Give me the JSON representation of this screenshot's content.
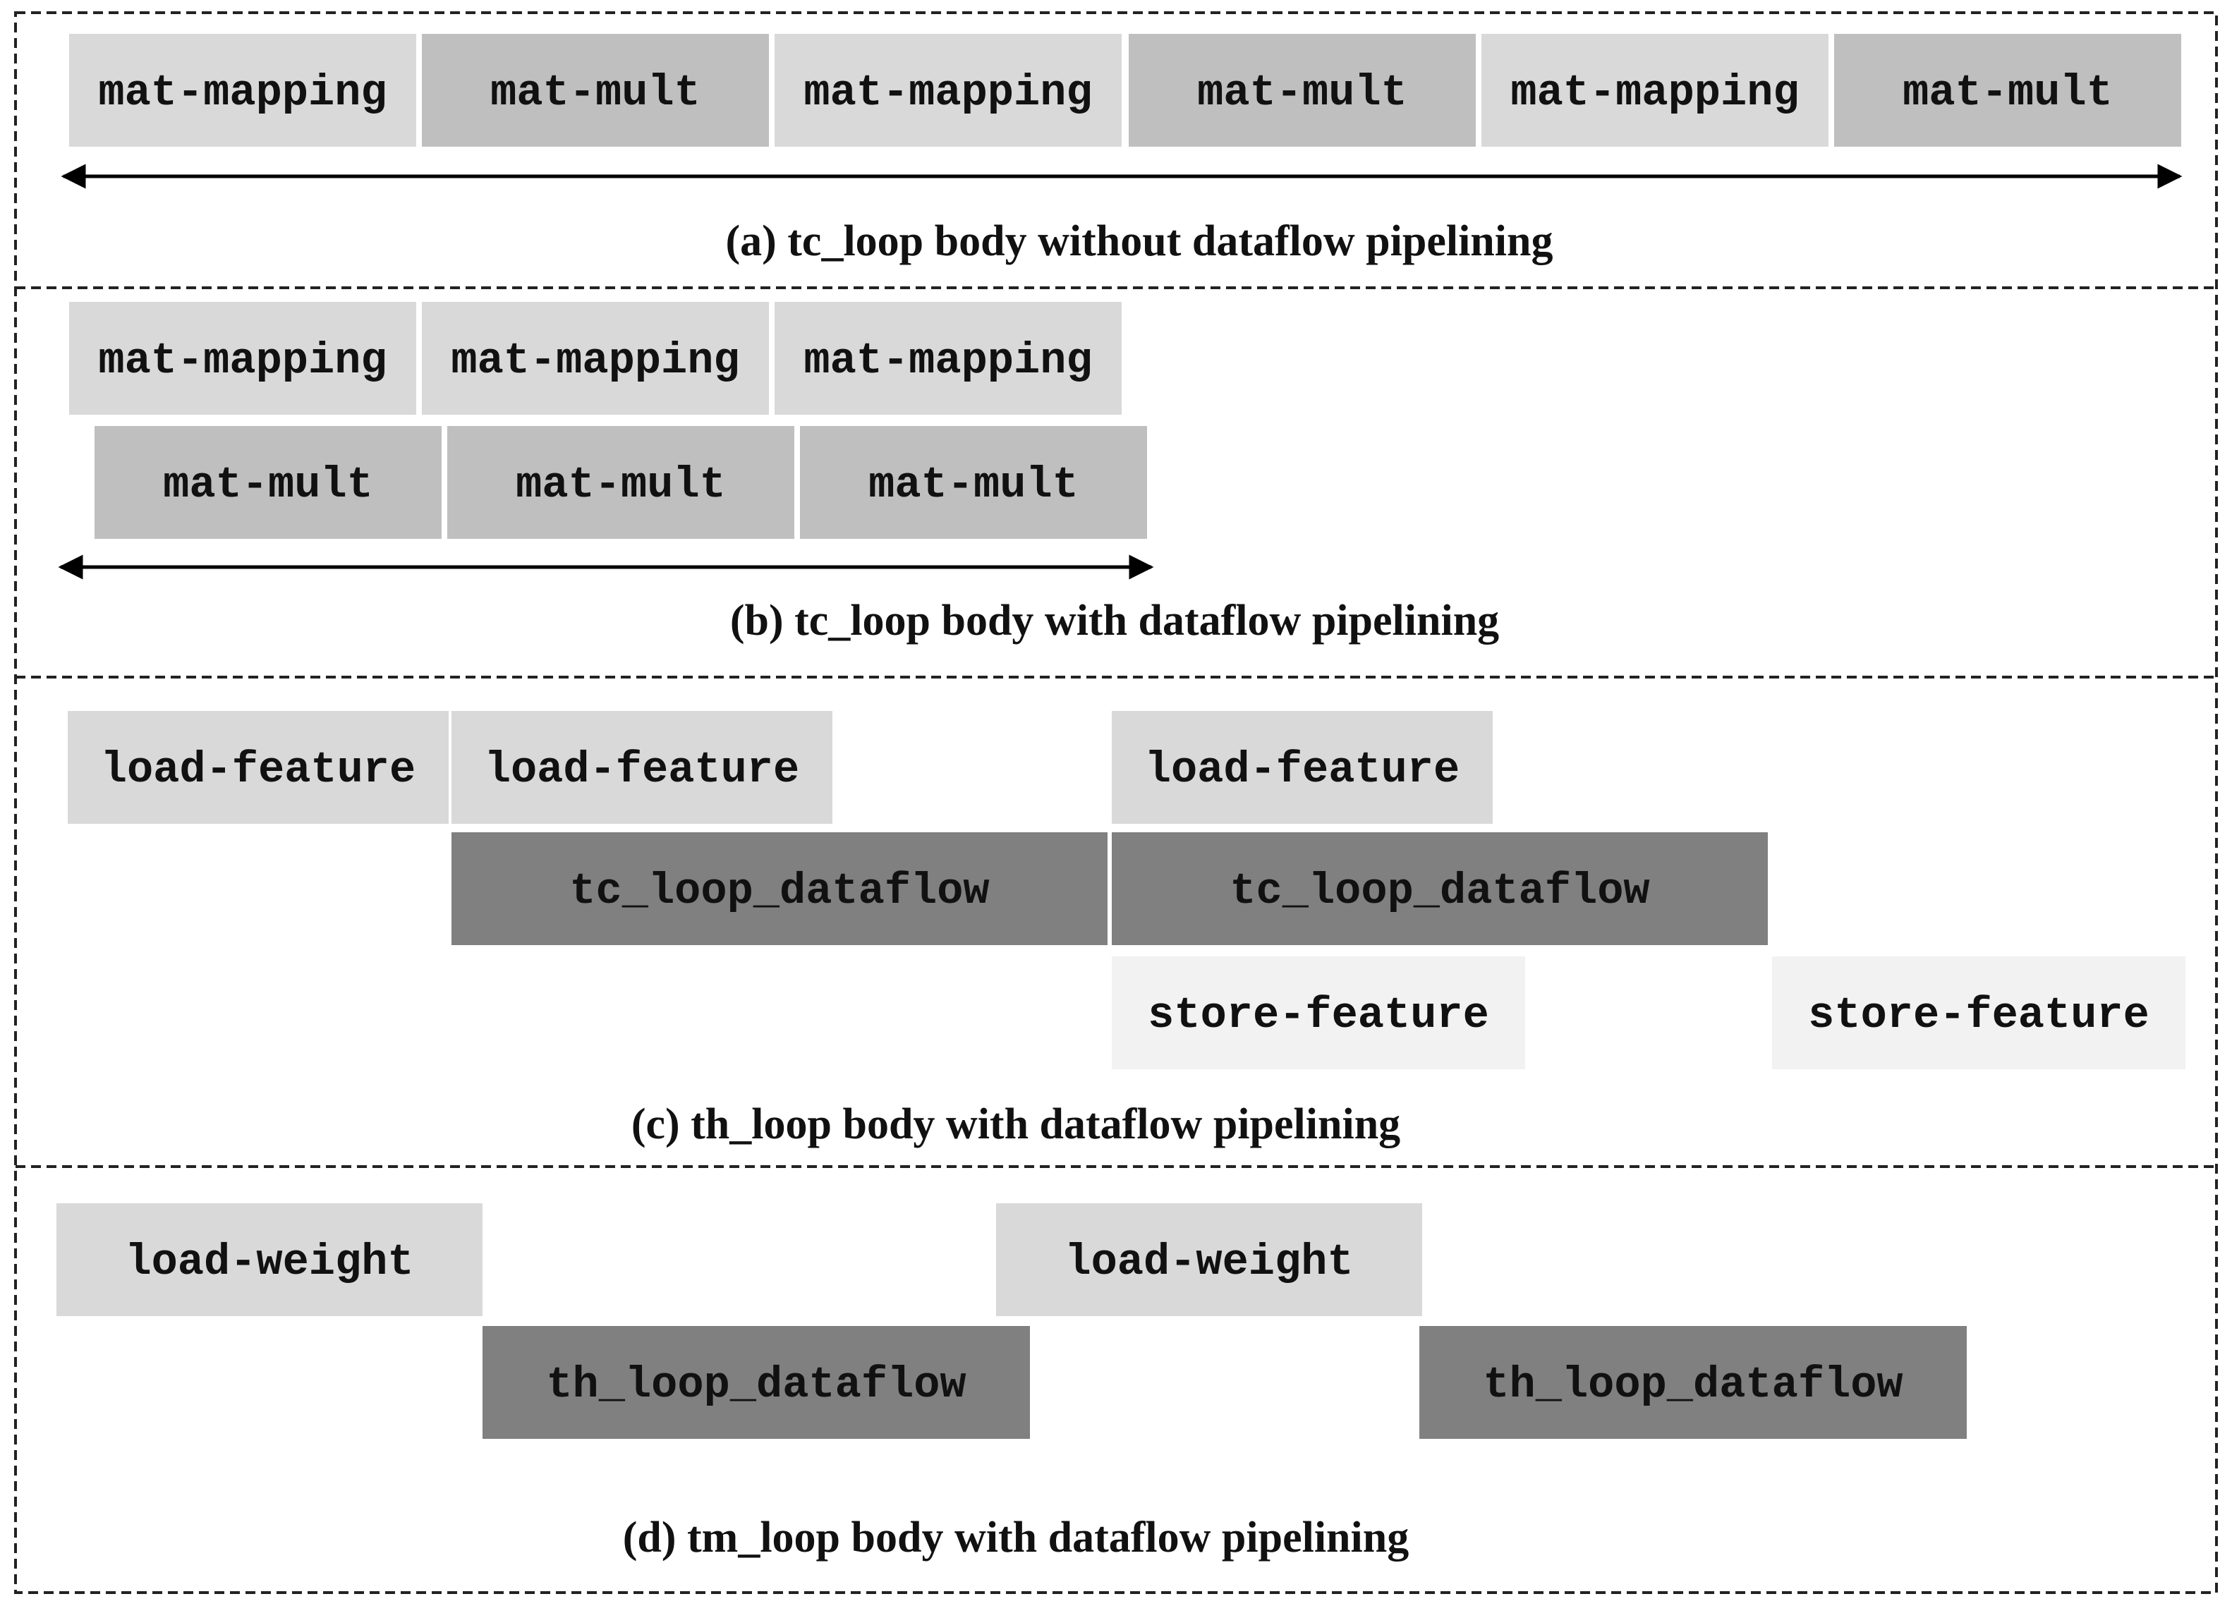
{
  "panels": [
    {
      "caption": "(a) tc_loop body without dataflow pipelining",
      "blocks": [
        {
          "label": "mat-mapping",
          "tone": "light"
        },
        {
          "label": "mat-mult",
          "tone": "mid"
        },
        {
          "label": "mat-mapping",
          "tone": "light"
        },
        {
          "label": "mat-mult",
          "tone": "mid"
        },
        {
          "label": "mat-mapping",
          "tone": "light"
        },
        {
          "label": "mat-mult",
          "tone": "mid"
        }
      ]
    },
    {
      "caption": "(b) tc_loop body with dataflow pipelining",
      "blocks": [
        {
          "label": "mat-mapping",
          "tone": "light"
        },
        {
          "label": "mat-mapping",
          "tone": "light"
        },
        {
          "label": "mat-mapping",
          "tone": "light"
        },
        {
          "label": "mat-mult",
          "tone": "mid"
        },
        {
          "label": "mat-mult",
          "tone": "mid"
        },
        {
          "label": "mat-mult",
          "tone": "mid"
        }
      ]
    },
    {
      "caption": "(c) th_loop body with dataflow pipelining",
      "blocks": [
        {
          "label": "load-feature",
          "tone": "light"
        },
        {
          "label": "load-feature",
          "tone": "light"
        },
        {
          "label": "load-feature",
          "tone": "light"
        },
        {
          "label": "tc_loop_dataflow",
          "tone": "dark"
        },
        {
          "label": "tc_loop_dataflow",
          "tone": "dark"
        },
        {
          "label": "store-feature",
          "tone": "pale"
        },
        {
          "label": "store-feature",
          "tone": "pale"
        }
      ]
    },
    {
      "caption": "(d) tm_loop body with dataflow pipelining",
      "blocks": [
        {
          "label": "load-weight",
          "tone": "light"
        },
        {
          "label": "load-weight",
          "tone": "light"
        },
        {
          "label": "th_loop_dataflow",
          "tone": "dark"
        },
        {
          "label": "th_loop_dataflow",
          "tone": "dark"
        }
      ]
    }
  ],
  "colors": {
    "light": "#d9d9d9",
    "mid": "#bfbfbf",
    "dark": "#808080",
    "pale": "#f2f2f2",
    "border": "#222222",
    "arrow": "#000000"
  }
}
